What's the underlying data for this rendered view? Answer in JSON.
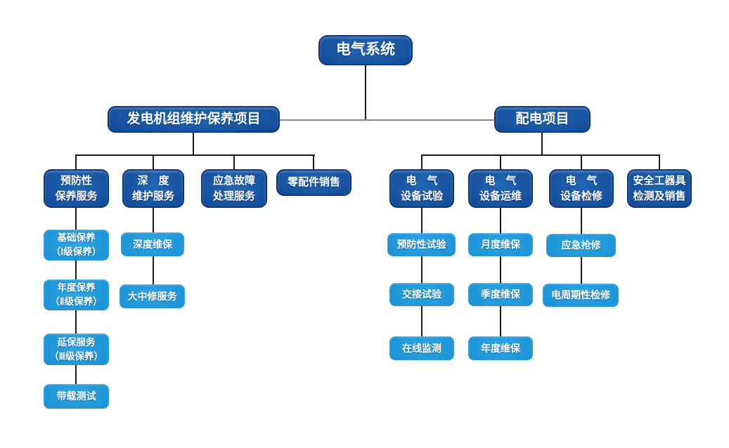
{
  "diagram": {
    "root": {
      "label": "电气系统"
    },
    "branches": {
      "generator": {
        "label": "发电机组维护保养项目",
        "children": {
          "preventive": {
            "label": "预防性\n保养服务",
            "children": {
              "basic": {
                "label": "基础保养\n（Ⅰ级保养）"
              },
              "annual": {
                "label": "年度保养\n（Ⅱ级保养）"
              },
              "extended": {
                "label": "延保服务\n（Ⅲ级保养）"
              },
              "load_test": {
                "label": "带载测试"
              }
            }
          },
          "deep": {
            "label": "深　度\n维护服务",
            "children": {
              "deep_maint": {
                "label": "深度维保"
              },
              "overhaul": {
                "label": "大中修服务"
              }
            }
          },
          "emergency": {
            "label": "应急故障\n处理服务"
          },
          "parts": {
            "label": "零配件销售"
          }
        }
      },
      "distribution": {
        "label": "配电项目",
        "children": {
          "test": {
            "label": "电　气\n设备试验",
            "children": {
              "preventive_test": {
                "label": "预防性试验"
              },
              "handover_test": {
                "label": "交接试验"
              },
              "online_monitor": {
                "label": "在线监测"
              }
            }
          },
          "ops": {
            "label": "电　气\n设备运维",
            "children": {
              "monthly": {
                "label": "月度维保"
              },
              "quarterly": {
                "label": "季度维保"
              },
              "yearly": {
                "label": "年度维保"
              }
            }
          },
          "repair": {
            "label": "电　气\n设备检修",
            "children": {
              "emergency_repair": {
                "label": "应急抢修"
              },
              "periodic": {
                "label": "电周期性检修"
              }
            }
          },
          "safety": {
            "label": "安全工器具\n检测及销售"
          }
        }
      }
    }
  },
  "colors": {
    "dark_box_center": "#2268b5",
    "dark_box_mid": "#154f9c",
    "dark_box_edge": "#0c3d87",
    "dark_box_border": "#0c3778",
    "light_box_center": "#2ea6e2",
    "light_box_mid": "#1b92d6",
    "light_box_edge": "#1184cb",
    "connector": "#1a1a1a",
    "connector_light": "#8a8a8a",
    "text": "#ffffff"
  }
}
